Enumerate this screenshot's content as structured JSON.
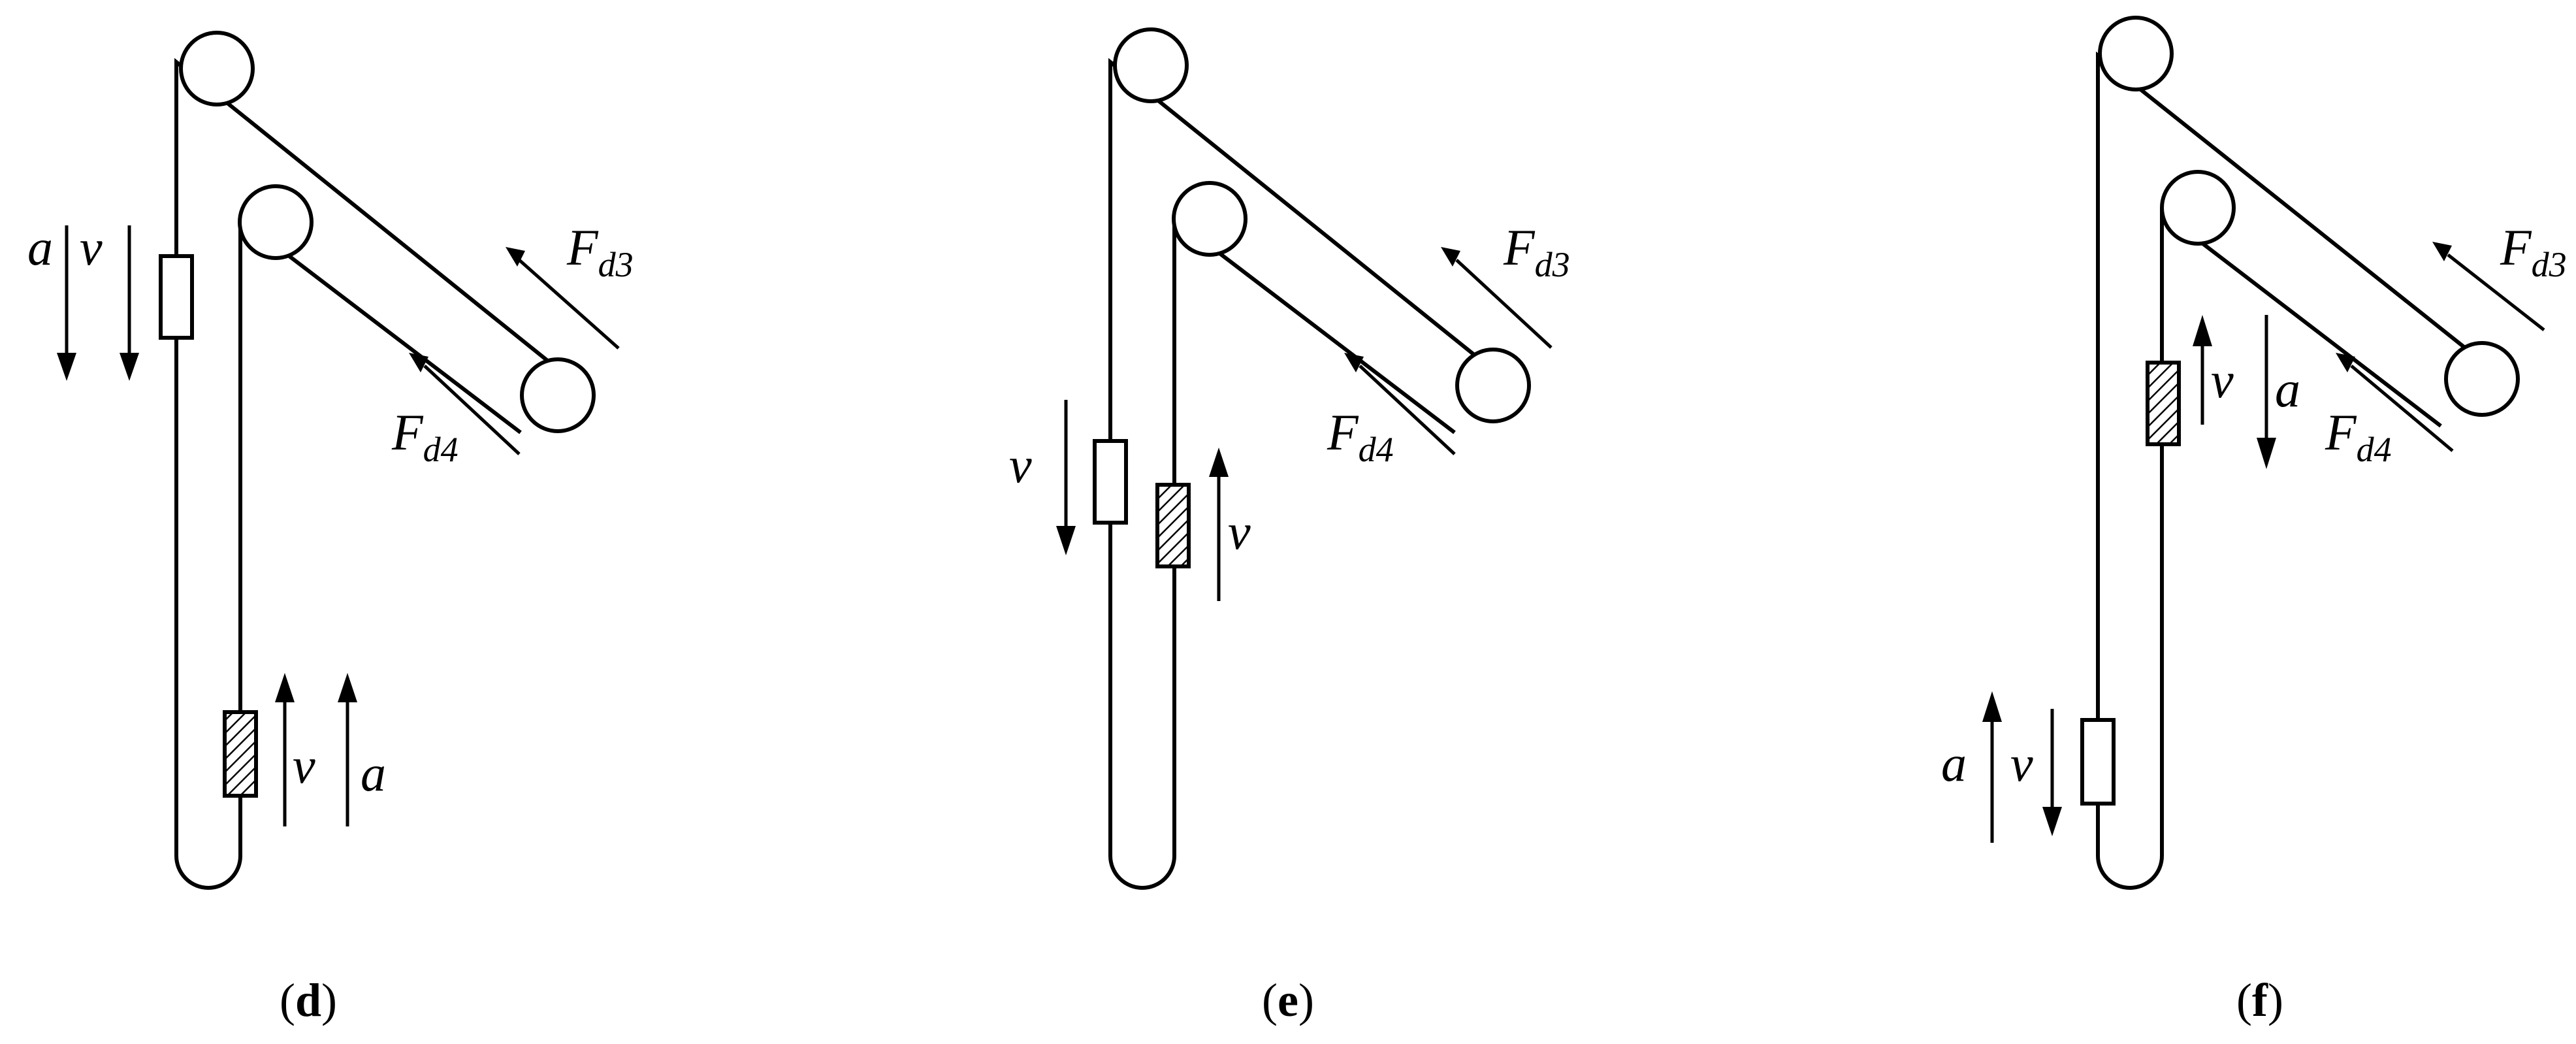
{
  "panels": [
    {
      "caption": {
        "open": "(",
        "letter": "d",
        "close": ")"
      },
      "labels": {
        "a_left": "a",
        "v_left": "v",
        "v_bottom": "v",
        "a_bottom": "a",
        "F_upper": "F",
        "F_upper_sub": "d3",
        "F_lower": "F",
        "F_lower_sub": "d4"
      }
    },
    {
      "caption": {
        "open": "(",
        "letter": "e",
        "close": ")"
      },
      "labels": {
        "v_left": "v",
        "v_right": "v",
        "F_upper": "F",
        "F_upper_sub": "d3",
        "F_lower": "F",
        "F_lower_sub": "d4"
      }
    },
    {
      "caption": {
        "open": "(",
        "letter": "f",
        "close": ")"
      },
      "labels": {
        "v_upper": "v",
        "a_upper": "a",
        "a_bottom": "a",
        "v_bottom": "v",
        "F_upper": "F",
        "F_upper_sub": "d3",
        "F_lower": "F",
        "F_lower_sub": "d4"
      }
    }
  ]
}
